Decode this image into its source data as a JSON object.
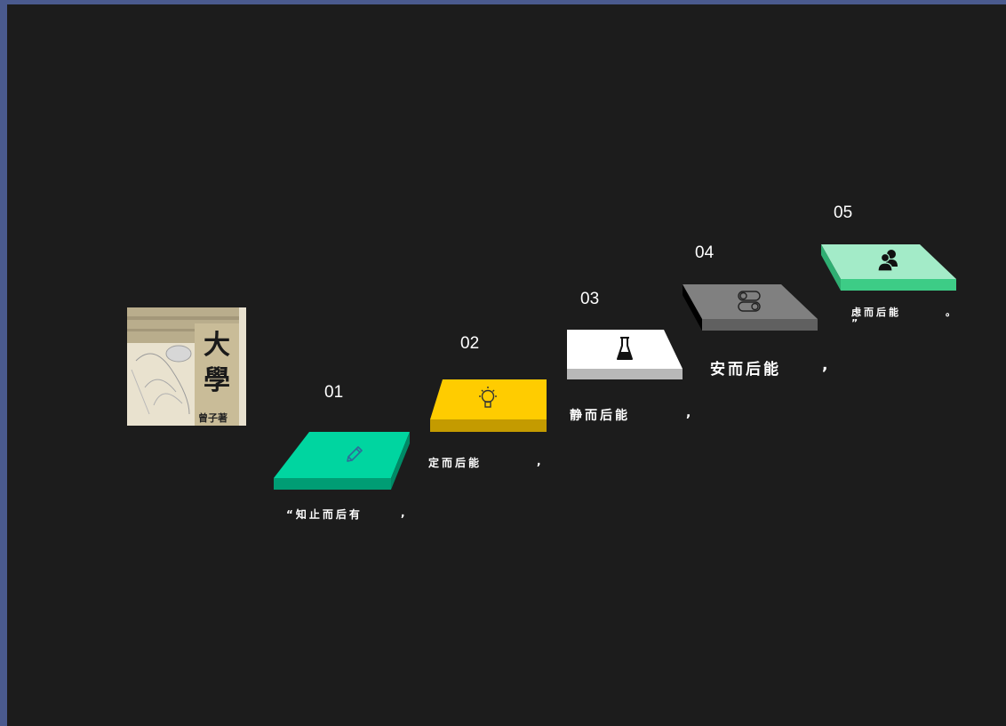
{
  "steps": [
    {
      "number": "01",
      "caption": "“知止而后有",
      "punct": ",",
      "icon": "pencil-icon",
      "color": "#00d5a0"
    },
    {
      "number": "02",
      "caption": "定而后能",
      "punct": ",",
      "icon": "lightbulb-icon",
      "color": "#ffcc00"
    },
    {
      "number": "03",
      "caption": "静而后能",
      "punct": ",",
      "icon": "flask-icon",
      "color": "#ffffff"
    },
    {
      "number": "04",
      "caption": "安而后能",
      "punct": ",",
      "icon": "toggle-icon",
      "color": "#808080"
    },
    {
      "number": "05",
      "caption": "虑而后能",
      "punct": "。",
      "close_quote": "”",
      "icon": "users-icon",
      "color": "#a3ebc8"
    }
  ],
  "book_cover": {
    "title_chars": [
      "大",
      "學"
    ],
    "author": "曾子著"
  }
}
